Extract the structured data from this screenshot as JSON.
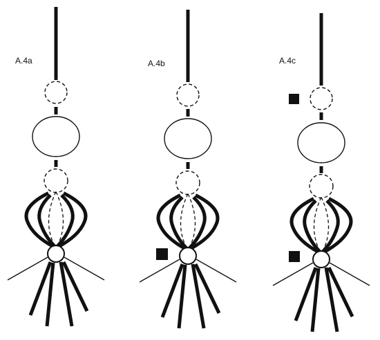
{
  "diagrams": [
    {
      "label": "A.4a"
    },
    {
      "label": "A.4b"
    },
    {
      "label": "A.4c"
    }
  ],
  "colors": {
    "stroke": "#111111",
    "background": "#ffffff"
  }
}
